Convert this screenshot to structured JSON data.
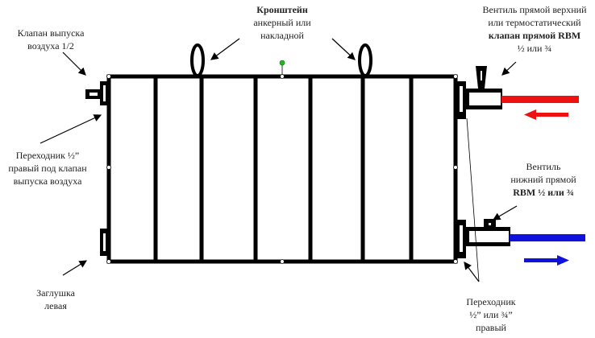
{
  "labels": {
    "air_valve": [
      "Клапан выпуска",
      "воздуха 1/2"
    ],
    "bracket": {
      "title": "Кронштейн",
      "lines": [
        "анкерный или",
        "накладной"
      ]
    },
    "top_valve": [
      "Вентиль прямой верхний",
      "или термостатический",
      "клапан прямой  RBM",
      "½ или ¾"
    ],
    "bottom_valve": [
      "Вентиль",
      "нижний прямой",
      "RBM  ½ или ¾"
    ],
    "left_adapter": [
      "Переходник ½”",
      "правый под клапан",
      "выпуска воздуха"
    ],
    "left_plug": [
      "Заглушка",
      "левая"
    ],
    "right_adapter": [
      "Переходник",
      "½” или ¾”",
      "правый"
    ]
  },
  "colors": {
    "supply": "#ee1111",
    "return": "#1111dd",
    "frame": "#000000",
    "handle_dot": "#22bb22"
  }
}
